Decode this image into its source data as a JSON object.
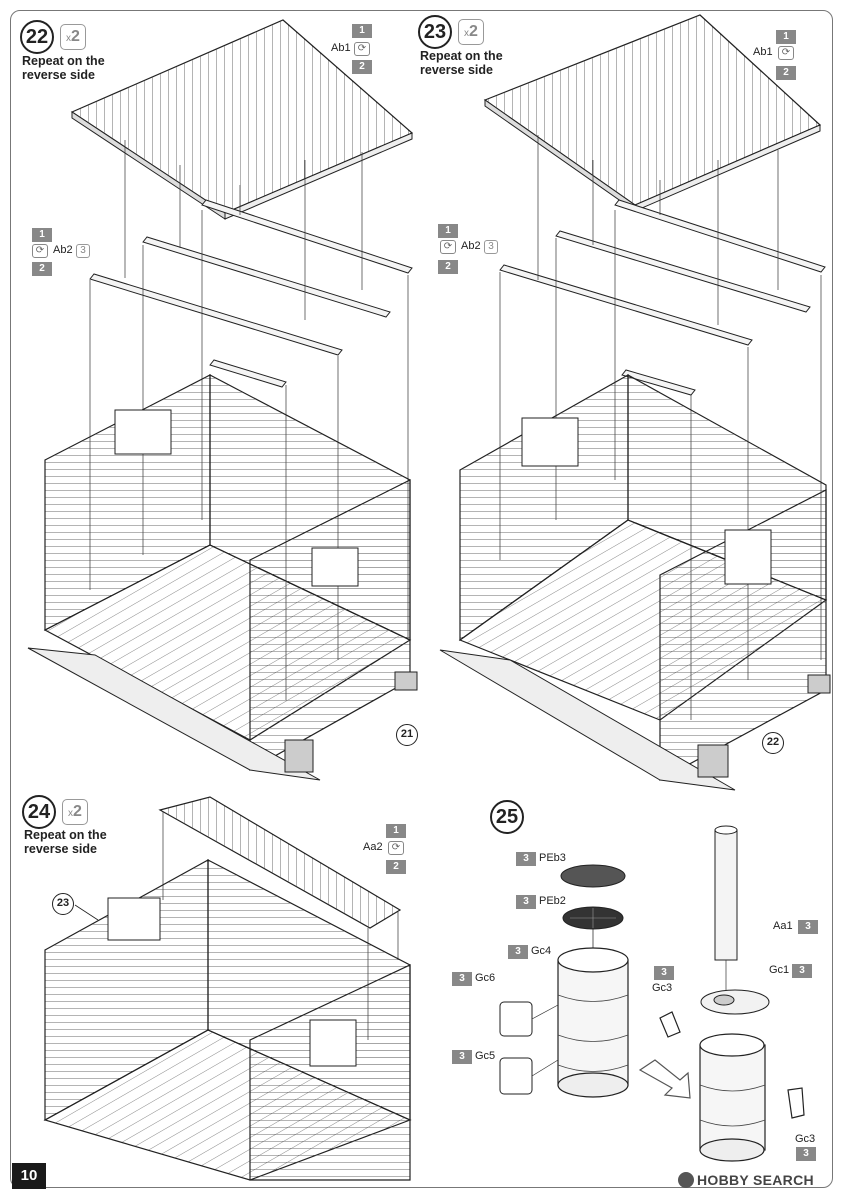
{
  "page_number": "10",
  "watermark": "HOBBY SEARCH",
  "steps": [
    {
      "number": "22",
      "times": "2",
      "repeat_note": [
        "Repeat on the",
        "reverse side"
      ],
      "roof_part": {
        "name": "Ab1",
        "seq": [
          "1",
          "2"
        ]
      },
      "beam_part": {
        "name": "Ab2",
        "qty": "3",
        "seq": [
          "1",
          "2"
        ]
      },
      "ref": "21"
    },
    {
      "number": "23",
      "times": "2",
      "repeat_note": [
        "Repeat on the",
        "reverse side"
      ],
      "roof_part": {
        "name": "Ab1",
        "seq": [
          "1",
          "2"
        ]
      },
      "beam_part": {
        "name": "Ab2",
        "qty": "3",
        "seq": [
          "1",
          "2"
        ]
      },
      "ref": "22"
    },
    {
      "number": "24",
      "times": "2",
      "repeat_note": [
        "Repeat on the",
        "reverse side"
      ],
      "roof_part": {
        "name": "Aa2",
        "seq": [
          "1",
          "2"
        ]
      },
      "ref": "23"
    },
    {
      "number": "25",
      "parts": [
        {
          "code": "3",
          "name": "PEb3"
        },
        {
          "code": "3",
          "name": "PEb2"
        },
        {
          "code": "3",
          "name": "Gc4"
        },
        {
          "code": "3",
          "name": "Gc6"
        },
        {
          "code": "3",
          "name": "Gc5"
        },
        {
          "code": "3",
          "name": "Aa1"
        },
        {
          "code": "3",
          "name": "Gc1"
        },
        {
          "code": "3",
          "name": "Gc3"
        },
        {
          "code": "3",
          "name": "Gc3"
        }
      ]
    }
  ],
  "icons": {
    "flip": "flip-icon"
  }
}
